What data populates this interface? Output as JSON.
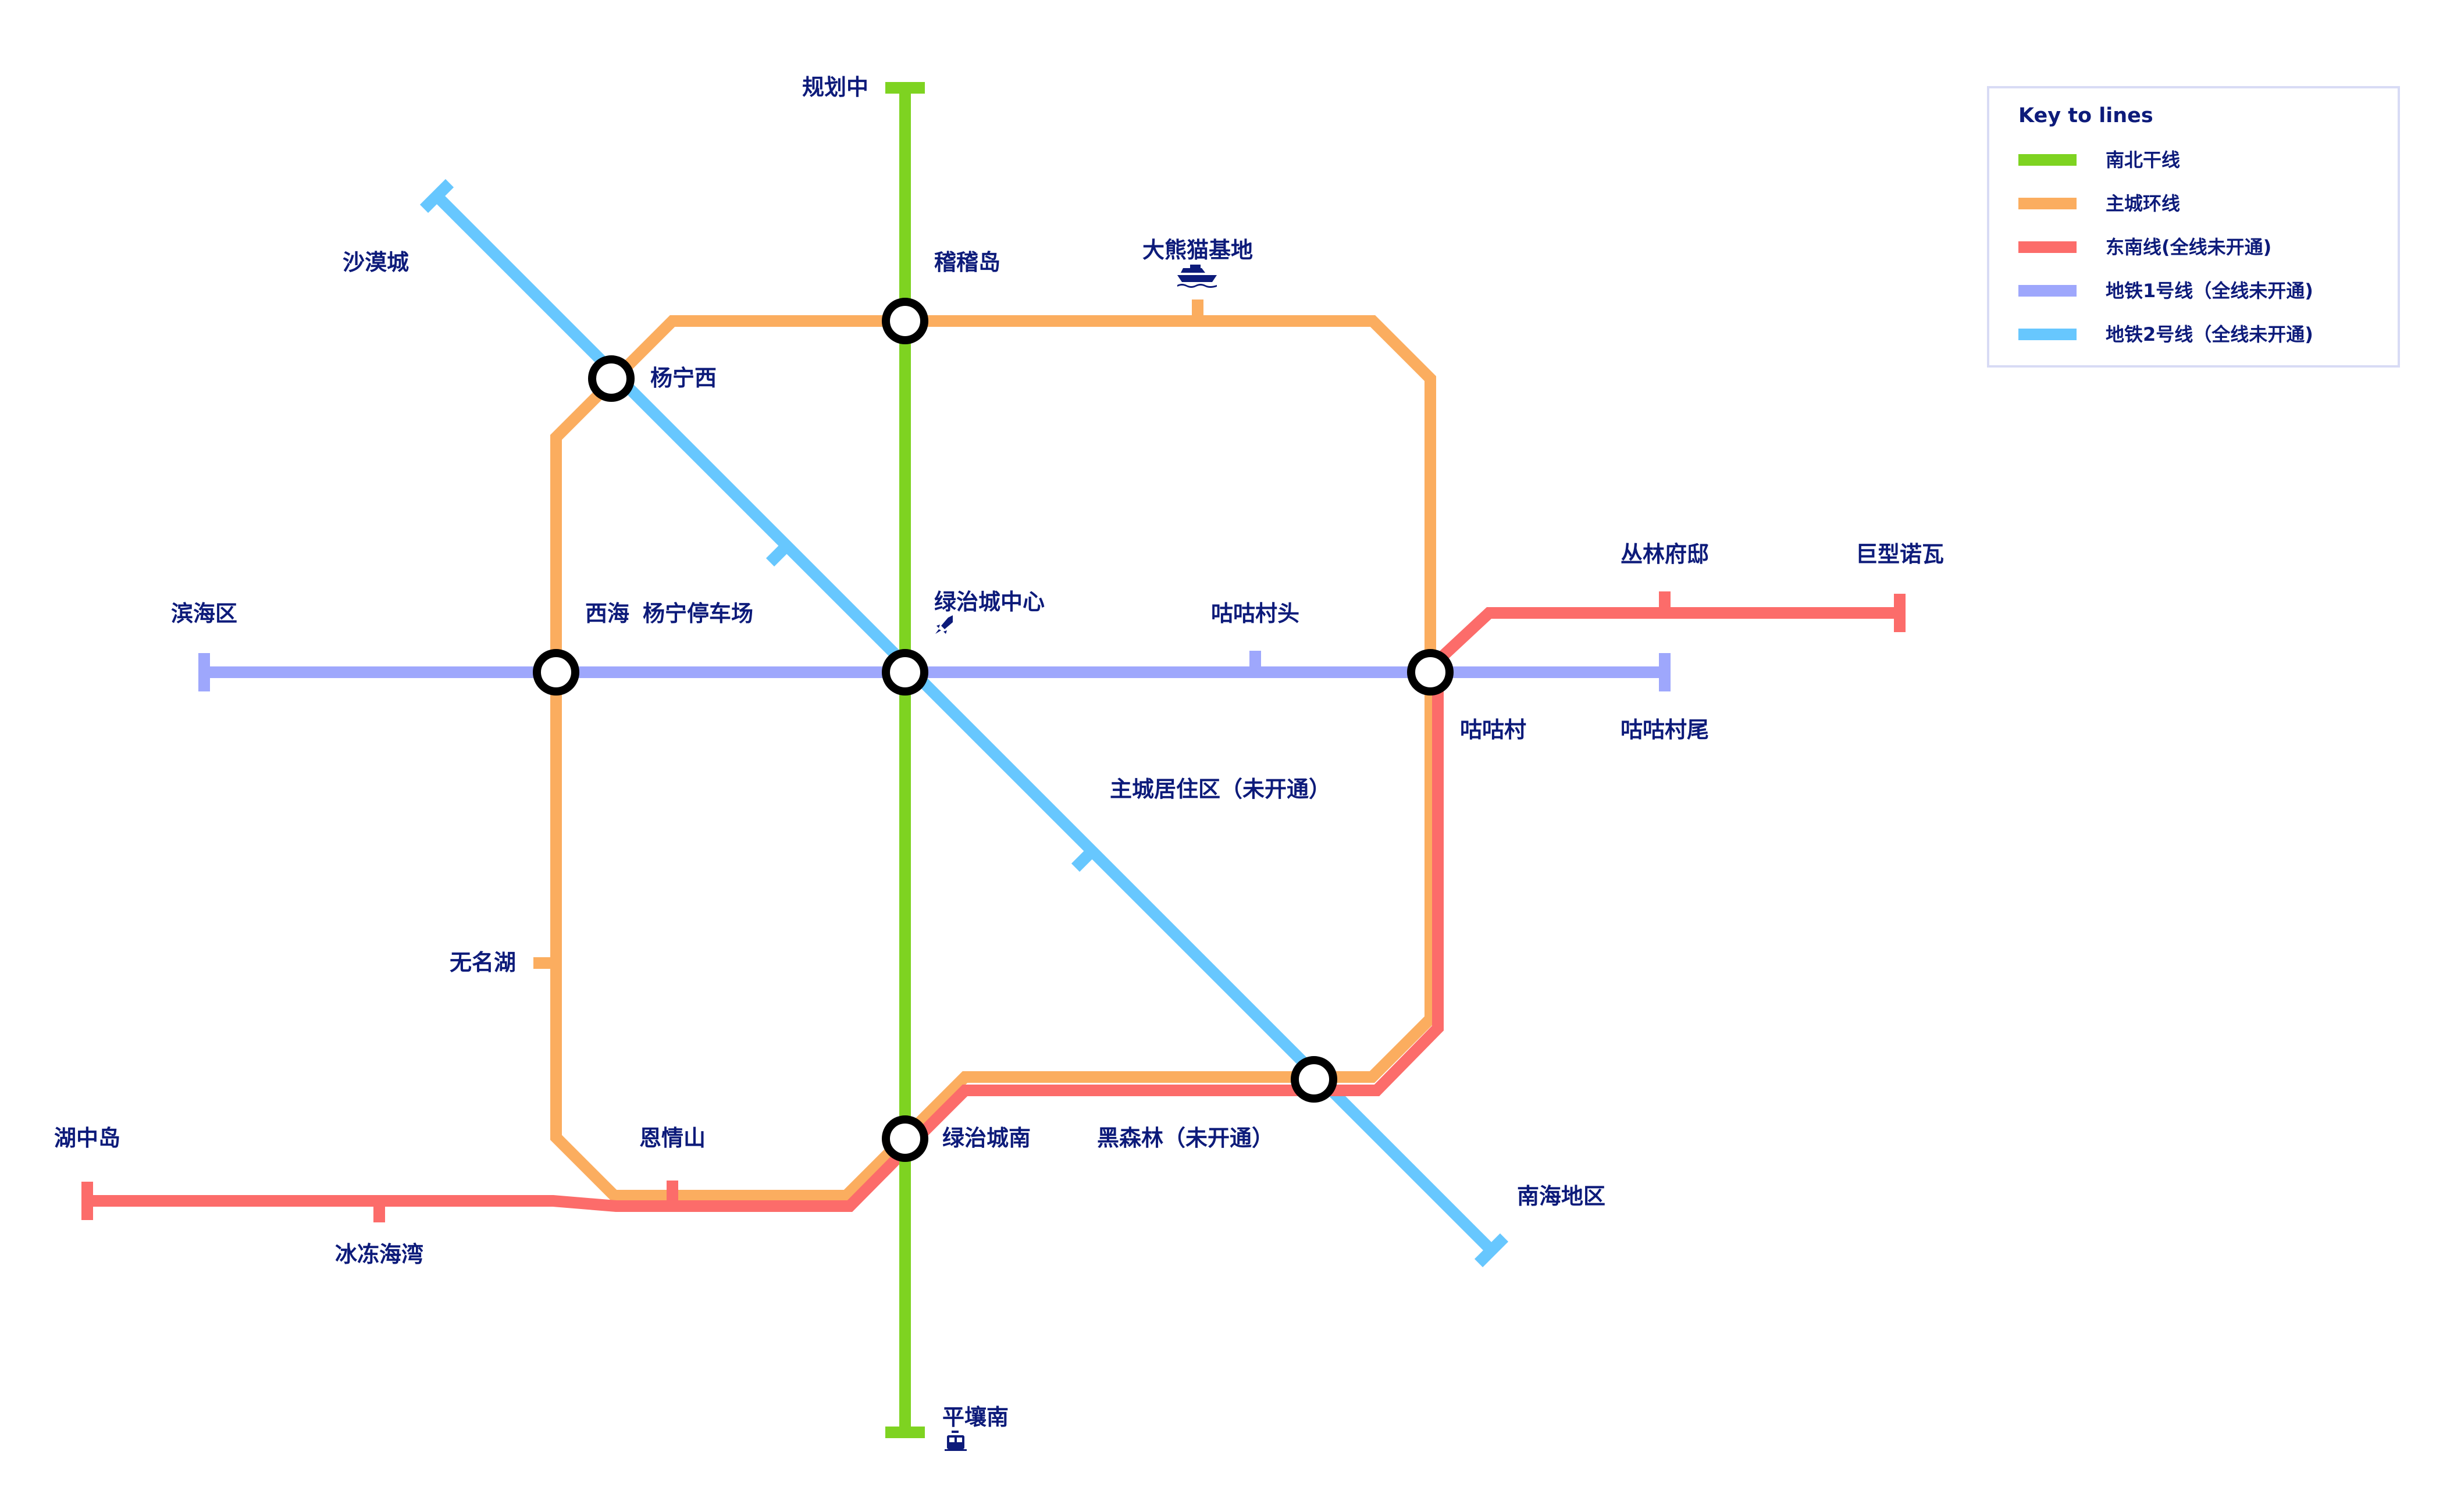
{
  "colors": {
    "north_south": "#7ed321",
    "ring": "#fbad5f",
    "southeast": "#fc6c6a",
    "metro1": "#9ea7fc",
    "metro2": "#67c7fe",
    "text": "#0d1b7a"
  },
  "legend": {
    "title": "Key to lines",
    "items": [
      {
        "label": "南北干线",
        "color": "#7ed321"
      },
      {
        "label": "主城环线",
        "color": "#fbad5f"
      },
      {
        "label": "东南线(全线未开通)",
        "color": "#fc6c6a"
      },
      {
        "label": "地铁1号线（全线未开通)",
        "color": "#9ea7fc"
      },
      {
        "label": "地铁2号线（全线未开通)",
        "color": "#67c7fe"
      }
    ]
  },
  "stations": {
    "guihuazhong": "规划中",
    "shamocheng": "沙漠城",
    "jijidao": "稽稽岛",
    "daxiongmao": "大熊猫基地",
    "yangningxi": "杨宁西",
    "binhaiqu": "滨海区",
    "xihai": "西海",
    "yangningting": "杨宁停车场",
    "lvzhichengzhongxin": "绿治城中心",
    "gugucuntou": "咕咕村头",
    "conglinfudi": "丛林府邸",
    "jumonuowa": "巨型诺瓦",
    "gugucun": "咕咕村",
    "gugucunwei": "咕咕村尾",
    "zhuchengjuzhu": "主城居住区（未开通）",
    "wuminghu": "无名湖",
    "huzhongdao": "湖中岛",
    "enqingshan": "恩情山",
    "lvzhichengnan": "绿治城南",
    "heisenlin": "黑森林（未开通）",
    "nanhaidiqu": "南海地区",
    "bingdonghaiwan": "冰冻海湾",
    "pingrangnan": "平壤南"
  },
  "icons": {
    "daxiongmao": "ship-icon",
    "lvzhichengzhongxin": "rocket-icon",
    "pingrangnan": "tram-icon"
  }
}
